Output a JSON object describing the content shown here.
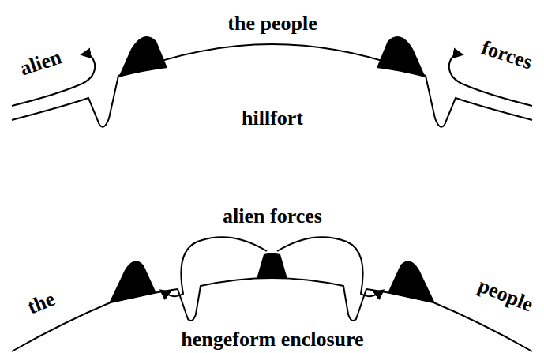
{
  "diagram": {
    "labels": [
      "the people",
      "alien",
      "forces",
      "hillfort",
      "alien forces",
      "the",
      "people",
      "hengeform enclosure"
    ]
  }
}
